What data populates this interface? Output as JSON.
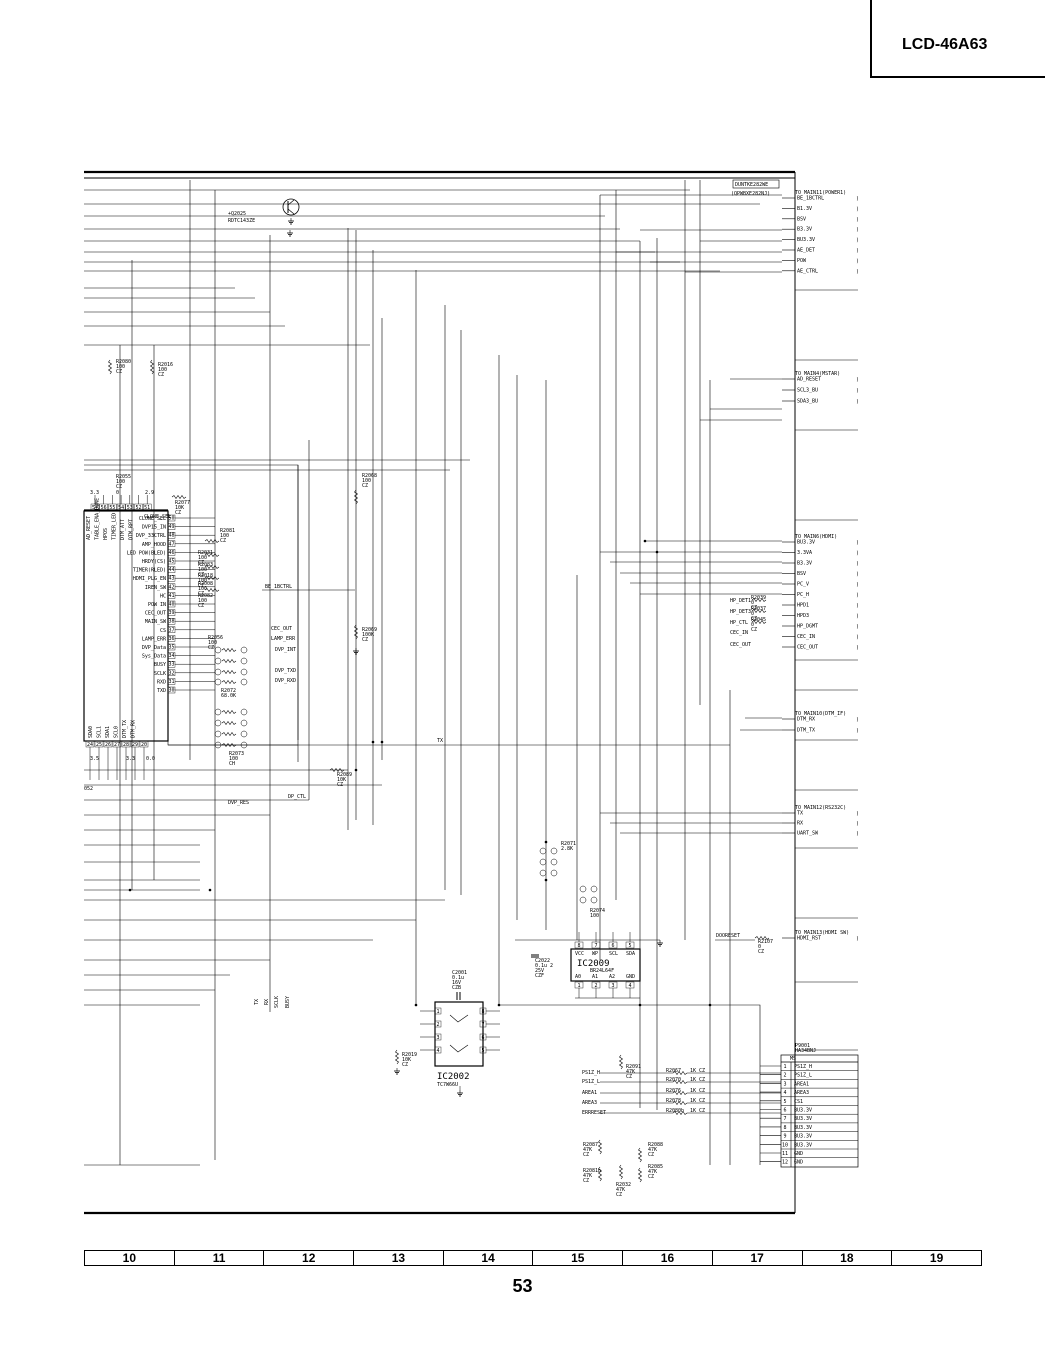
{
  "header": {
    "model": "LCD-46A63"
  },
  "page": {
    "number": "53"
  },
  "grid": {
    "columns": [
      "10",
      "11",
      "12",
      "13",
      "14",
      "15",
      "16",
      "17",
      "18",
      "19"
    ]
  },
  "transistor": {
    "ref": "+Q2025",
    "part": "RDTC143ZE"
  },
  "connectors": {
    "dunt": {
      "part1": "DUNTKE282WE",
      "part2": "(QPWBXE282NJ)"
    },
    "power1": {
      "title": "TO MAIN11(POWER1)",
      "signals": [
        "BE_1BCTRL",
        "B1.3V",
        "BSV",
        "B3.3V",
        "BU3.3V",
        "AE_DET",
        "POW",
        "AE_CTRL"
      ]
    },
    "mstar": {
      "title": "TO MAIN4(MSTAR)",
      "signals": [
        "AD_RESET",
        "SCL3_BU",
        "SDA3_BU"
      ]
    },
    "hdmi": {
      "title": "TO MAIN6(HDMI)",
      "signals": [
        "BU3.3V",
        "3.3VA",
        "B3.3V",
        "BSV",
        "PC_V",
        "PC_H",
        "HPD1",
        "HPD3",
        "HP_DGMT",
        "CEC_IN",
        "CEC_OUT"
      ]
    },
    "dtm": {
      "title": "TO MAIN10(DTM_IF)",
      "signals": [
        "DTM_RX",
        "DTM_TX"
      ]
    },
    "rs232": {
      "title": "TO MAIN12(RS232C)",
      "signals": [
        "TX",
        "RX",
        "UART_SW"
      ]
    },
    "hdmisw": {
      "title": "TO MAIN13(HDMI SW)",
      "signals": [
        "HDMI_RST"
      ]
    },
    "p9001": {
      "ref": "P9001",
      "part": "HA34BNJ",
      "label": "MS",
      "pins": [
        {
          "n": "1",
          "s": "PS1Z_H"
        },
        {
          "n": "2",
          "s": "PS1Z_L"
        },
        {
          "n": "3",
          "s": "AREA1"
        },
        {
          "n": "4",
          "s": "AREA3"
        },
        {
          "n": "5",
          "s": "CS1"
        },
        {
          "n": "6",
          "s": "BU3.3V"
        },
        {
          "n": "7",
          "s": "BU3.3V"
        },
        {
          "n": "8",
          "s": "BU3.3V"
        },
        {
          "n": "9",
          "s": "BU3.3V"
        },
        {
          "n": "10",
          "s": "BU3.3V"
        },
        {
          "n": "11",
          "s": "GND"
        },
        {
          "n": "12",
          "s": "GND"
        }
      ]
    }
  },
  "mcu_pins": [
    {
      "n": "50",
      "s": "CLONE_SEL"
    },
    {
      "n": "49",
      "s": "DVP15_IN"
    },
    {
      "n": "48",
      "s": "DVP_33CTRL"
    },
    {
      "n": "47",
      "s": "AMP_HOOD"
    },
    {
      "n": "46",
      "s": "LED POW(BLED)"
    },
    {
      "n": "45",
      "s": "HRDY(CS)"
    },
    {
      "n": "44",
      "s": "TIMER(RLED)"
    },
    {
      "n": "43",
      "s": "HDMI_PLG_EN"
    },
    {
      "n": "42",
      "s": "IREN_SW"
    },
    {
      "n": "41",
      "s": "HC"
    },
    {
      "n": "40",
      "s": "POW IN"
    },
    {
      "n": "39",
      "s": "CEC_OUT"
    },
    {
      "n": "38",
      "s": "MAIN_SW"
    },
    {
      "n": "37",
      "s": "CS"
    },
    {
      "n": "36",
      "s": "LAMP_ERR"
    },
    {
      "n": "35",
      "s": "DVP_Data"
    },
    {
      "n": "34",
      "s": "Sys_Data"
    },
    {
      "n": "33",
      "s": "BUSY"
    },
    {
      "n": "32",
      "s": "SCLK"
    },
    {
      "n": "31",
      "s": "RXD"
    },
    {
      "n": "30",
      "s": "TXD"
    }
  ],
  "mcu_top_pins": [
    "57",
    "56",
    "55",
    "54",
    "53",
    "52",
    "51"
  ],
  "mcu_bottom_pins": [
    "24",
    "25",
    "26",
    "27",
    "28",
    "29",
    "20"
  ],
  "mcu_top_signals": [
    "AD_RESET",
    "TABLE_ENA_DONE",
    "HPOS",
    "TIMER_LED",
    "DTM_ATT",
    "DTM_RPT"
  ],
  "mcu_bottom_signals": [
    "SDA0",
    "SCL1",
    "SDA1",
    "SCL0",
    "DTM_TX",
    "DTM_RX"
  ],
  "signal_labels": {
    "be1bctrl": "BE_1BCTRL",
    "cec_out": "CEC_OUT",
    "lamp_err": "LAMP_ERR",
    "dvp_int": "DVP_INT",
    "dvp_txd": "DVP_TXD",
    "dvp_rxd": "DVP_RXD",
    "tx": "TX",
    "dvp_res": "DVP_RES",
    "dp_ctl": "DP_CTL",
    "doorset": "DOORESET",
    "hp_det1": "HP_DET1",
    "hp_det3": "HP_DET3",
    "hp_ctl": "HP_CTL",
    "cec_in": "CEC_IN",
    "cec_out2": "CEC_OUT",
    "tx_v": "TX",
    "rx_v": "RX",
    "sclk_v": "SCLK",
    "busy_v": "BUSY",
    "ps1z_h": "PS1Z_H",
    "ps1z_l": "PS1Z_L",
    "area1": "AREA1",
    "area3": "AREA3",
    "errreset": "ERRRESET",
    "left_052": "052"
  },
  "resistors": [
    {
      "ref": "R2080",
      "v": "100",
      "t": "CZ"
    },
    {
      "ref": "R2016",
      "v": "100",
      "t": "CZ"
    },
    {
      "ref": "R2055",
      "v": "100",
      "t": "CZ"
    },
    {
      "ref": "R2077",
      "v": "10K",
      "t": "CZ"
    },
    {
      "ref": "R2081",
      "v": "100",
      "t": "CZ"
    },
    {
      "ref": "R2031",
      "v": "100",
      "t": "CZ"
    },
    {
      "ref": "R2083",
      "v": "100",
      "t": "CZ"
    },
    {
      "ref": "R2066",
      "v": "100",
      "t": "CZ"
    },
    {
      "ref": "R2018",
      "v": "100",
      "t": "CZ"
    },
    {
      "ref": "R2008",
      "v": "100",
      "t": "CZ"
    },
    {
      "ref": "R2082",
      "v": "100",
      "t": "CZ"
    },
    {
      "ref": "R2056",
      "v": "100",
      "t": "CZ"
    },
    {
      "ref": "R2072",
      "v": "68.0K",
      "t": ""
    },
    {
      "ref": "R2073",
      "v": "100",
      "t": "CH"
    },
    {
      "ref": "R2068",
      "v": "100",
      "t": "CZ"
    },
    {
      "ref": "R2069",
      "v": "100K",
      "t": "CZ"
    },
    {
      "ref": "R2089",
      "v": "10K",
      "t": "CZ"
    },
    {
      "ref": "R2071",
      "v": "2.8K",
      "t": ""
    },
    {
      "ref": "R2074",
      "v": "100",
      "t": ""
    },
    {
      "ref": "R2107",
      "v": "0",
      "t": "CZ"
    },
    {
      "ref": "R2039",
      "v": "0",
      "t": "CZ"
    },
    {
      "ref": "R2037",
      "v": "0",
      "t": "CZ"
    },
    {
      "ref": "R2045",
      "v": "0",
      "t": "CZ"
    },
    {
      "ref": "R2019",
      "v": "10K",
      "t": "CZ"
    },
    {
      "ref": "R2091",
      "v": "47K",
      "t": "CZ"
    },
    {
      "ref": "R2067",
      "v": "1K",
      "t": "CZ"
    },
    {
      "ref": "R2070",
      "v": "1K",
      "t": "CZ"
    },
    {
      "ref": "R2076",
      "v": "1K",
      "t": "CZ"
    },
    {
      "ref": "R2078",
      "v": "1K",
      "t": "CZ"
    },
    {
      "ref": "R2080b",
      "v": "1K",
      "t": "CZ"
    },
    {
      "ref": "R2087",
      "v": "47K",
      "t": "CZ"
    },
    {
      "ref": "R2088",
      "v": "47K",
      "t": "CZ"
    },
    {
      "ref": "R2081b",
      "v": "47K",
      "t": "CZ"
    },
    {
      "ref": "R2085",
      "v": "47K",
      "t": "CZ"
    },
    {
      "ref": "R2032",
      "v": "47K",
      "t": "CZ"
    }
  ],
  "ics": {
    "ic2009": {
      "ref": "IC2009",
      "part": "BR24L64F",
      "top": [
        "VCC",
        "WP",
        "SCL",
        "SDA"
      ],
      "bottom": [
        "A0",
        "A1",
        "A2",
        "GND"
      ]
    },
    "ic2002": {
      "ref": "IC2002",
      "part": "TC7W66U"
    }
  },
  "capacitors": {
    "c2022": {
      "ref": "C2022",
      "v": "0.1u 2",
      "v2": "25V",
      "t": "CZF"
    },
    "c2001": {
      "ref": "C2001",
      "v": "0.1u",
      "v2": "16V",
      "t": "CZB"
    }
  },
  "volt_marks": [
    "3.3",
    "0",
    "2.9",
    "3.5",
    "3.3",
    "0.0"
  ]
}
